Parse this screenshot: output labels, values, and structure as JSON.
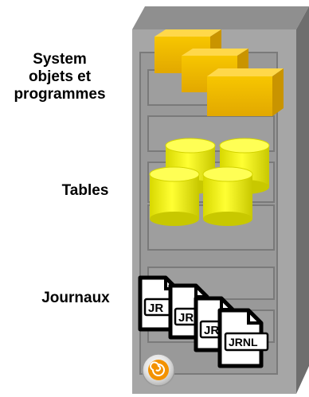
{
  "labels": {
    "system_line1": "System",
    "system_line2": "objets et",
    "system_line3": "programmes",
    "tables": "Tables",
    "journaux": "Journaux"
  },
  "journal_doc": {
    "partial_text_1": "JR",
    "partial_text_2": "JR",
    "partial_text_3": "JR",
    "full_text": "JRNL"
  },
  "icons": {
    "boxes": "box-icon",
    "cylinders": "database-cylinder-icon",
    "documents": "journal-document-icon",
    "swirl": "swirl-logo-icon"
  },
  "colors": {
    "cabinet_body": "#a6a6a6",
    "cabinet_dark": "#7f7f7f",
    "box_yellow": "#f5c400",
    "cylinder_yellow": "#f0f000",
    "logo_orange": "#f39200"
  }
}
